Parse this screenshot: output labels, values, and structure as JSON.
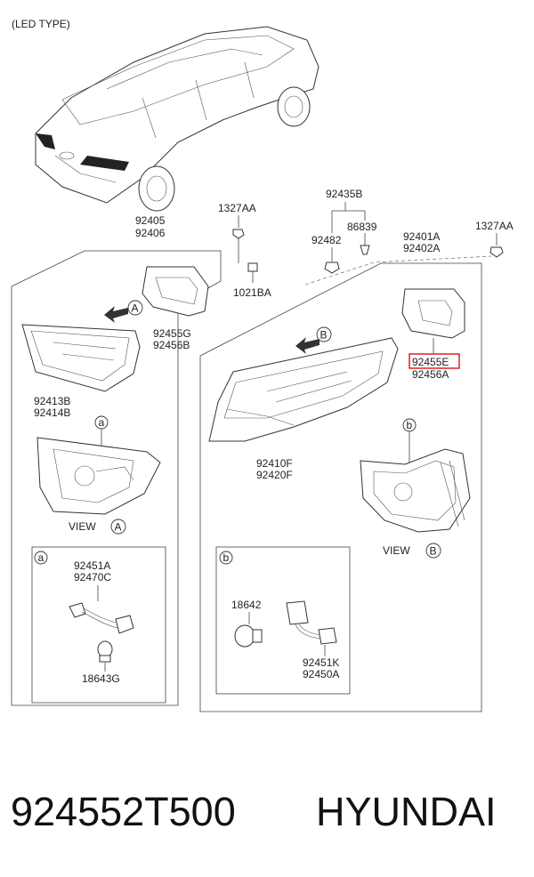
{
  "header": {
    "led_type": "(LED TYPE)"
  },
  "callouts": {
    "left_housing": [
      "92405",
      "92406"
    ],
    "left_screw": "1327AA",
    "left_grommet": "1021BA",
    "left_gasket": [
      "92455G",
      "92456B"
    ],
    "left_lamp": [
      "92413B",
      "92414B"
    ],
    "right_group": "92435B",
    "right_nut": "92482",
    "right_clip": "86839",
    "right_housing": [
      "92401A",
      "92402A"
    ],
    "right_screw": "1327AA",
    "right_gasket_highlighted": "92455E",
    "right_gasket_pair": "92456A",
    "right_lamp": [
      "92410F",
      "92420F"
    ],
    "detail_a_socket": [
      "92451A",
      "92470C"
    ],
    "detail_a_bulb": "18643G",
    "detail_b_bulb": "18642",
    "detail_b_socket": [
      "92451K",
      "92450A"
    ]
  },
  "markers": {
    "a": "a",
    "b": "b",
    "A": "A",
    "B": "B"
  },
  "views": {
    "view_label": "VIEW"
  },
  "footer": {
    "part_number": "924552T500",
    "brand": "HYUNDAI"
  },
  "colors": {
    "highlight": "#e01010",
    "line": "#444444"
  }
}
